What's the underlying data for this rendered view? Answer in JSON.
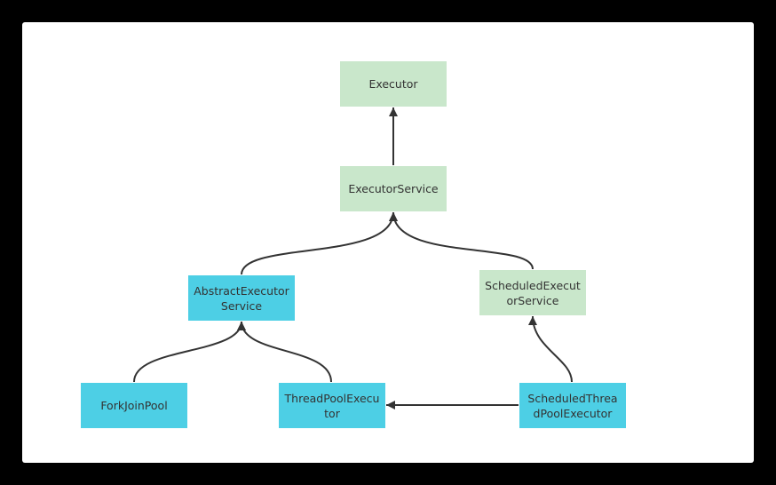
{
  "colors": {
    "interface_fill": "#c9e7cb",
    "class_fill": "#4dcfe5",
    "edge": "#333333",
    "text": "#333333"
  },
  "nodes": {
    "executor": {
      "label": "Executor",
      "kind": "interface"
    },
    "executor_service": {
      "label": "ExecutorService",
      "kind": "interface"
    },
    "abstract_executor_service": {
      "label": "AbstractExecutorService",
      "kind": "class"
    },
    "scheduled_executor_service": {
      "label": "ScheduledExecutorService",
      "kind": "interface"
    },
    "fork_join_pool": {
      "label": "ForkJoinPool",
      "kind": "class"
    },
    "thread_pool_executor": {
      "label": "ThreadPoolExecutor",
      "kind": "class"
    },
    "scheduled_thread_pool_executor": {
      "label": "ScheduledThreadPoolExecutor",
      "kind": "class"
    }
  },
  "edges": [
    {
      "from": "executor_service",
      "to": "executor"
    },
    {
      "from": "abstract_executor_service",
      "to": "executor_service"
    },
    {
      "from": "scheduled_executor_service",
      "to": "executor_service"
    },
    {
      "from": "fork_join_pool",
      "to": "abstract_executor_service"
    },
    {
      "from": "thread_pool_executor",
      "to": "abstract_executor_service"
    },
    {
      "from": "scheduled_thread_pool_executor",
      "to": "scheduled_executor_service"
    },
    {
      "from": "scheduled_thread_pool_executor",
      "to": "thread_pool_executor"
    }
  ]
}
